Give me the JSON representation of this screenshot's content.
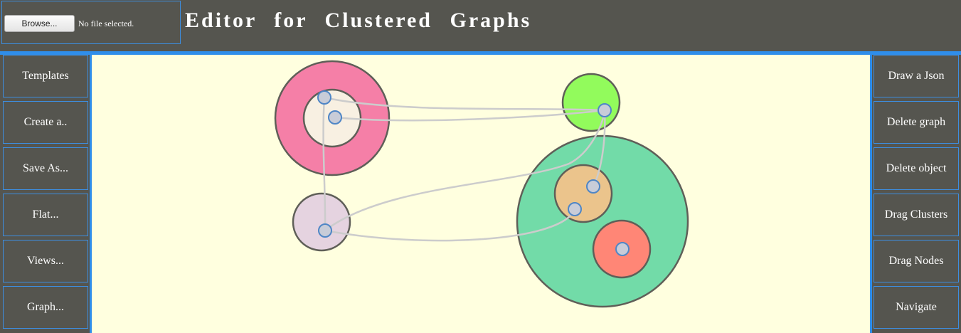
{
  "header": {
    "browse_label": "Browse...",
    "file_status": "No file selected.",
    "title": "Editor for Clustered Graphs"
  },
  "left_menu": [
    {
      "label": "Templates"
    },
    {
      "label": "Create a.."
    },
    {
      "label": "Save As..."
    },
    {
      "label": "Flat..."
    },
    {
      "label": "Views..."
    },
    {
      "label": "Graph..."
    }
  ],
  "right_menu": [
    {
      "label": "Draw a Json"
    },
    {
      "label": "Delete graph"
    },
    {
      "label": "Delete object"
    },
    {
      "label": "Drag Clusters"
    },
    {
      "label": "Drag Nodes"
    },
    {
      "label": "Navigate"
    }
  ],
  "colors": {
    "canvas_background": "#ffffdf",
    "cluster_pink": "#f57fa7",
    "cluster_cream": "#f8f0e2",
    "cluster_lime": "#92fb5c",
    "cluster_mauve": "#e5d3e0",
    "cluster_teal": "#72dba8",
    "cluster_tan": "#ebc48c",
    "cluster_salmon": "#ff8676",
    "node_fill": "#c8ccd8",
    "node_stroke": "#4f86c6",
    "edge": "#cccccc",
    "cluster_stroke": "#5f5f58"
  }
}
